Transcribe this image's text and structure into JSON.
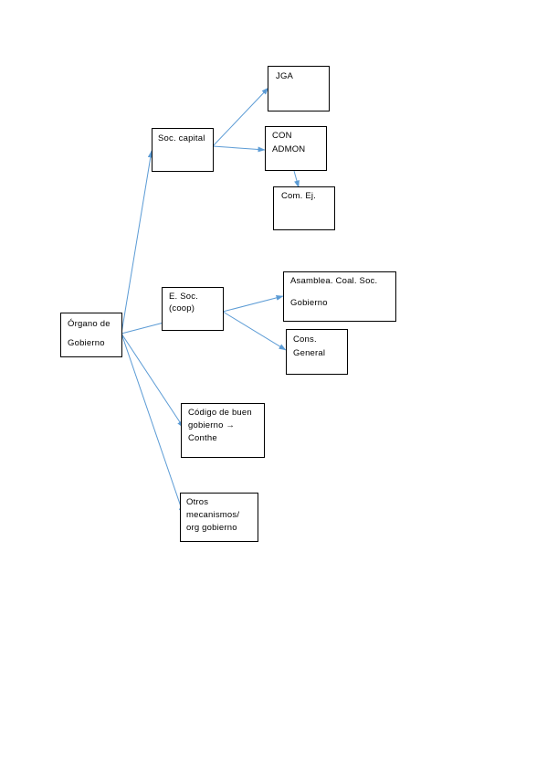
{
  "diagram": {
    "root": {
      "line1": "Órgano de",
      "line2": "Gobierno"
    },
    "soc_capital": {
      "label": "Soc. capital"
    },
    "jga": {
      "label": "JGA"
    },
    "con_admon": {
      "line1": "CON",
      "line2": "ADMON"
    },
    "com_ej": {
      "label": "Com. Ej."
    },
    "e_soc": {
      "line1": "E. Soc.",
      "line2": "(coop)"
    },
    "asamblea": {
      "line1": "Asamblea. Coal. Soc.",
      "line2": "Gobierno"
    },
    "cons_general": {
      "line1": "Cons.",
      "line2": "General"
    },
    "codigo": {
      "line1": "Código de buen",
      "line2": "gobierno →",
      "line3": "Conthe"
    },
    "otros": {
      "line1": "Otros",
      "line2": "mecanismos/",
      "line3": "org gobierno"
    }
  },
  "colors": {
    "arrow": "#5b9bd5",
    "border": "#000000"
  }
}
